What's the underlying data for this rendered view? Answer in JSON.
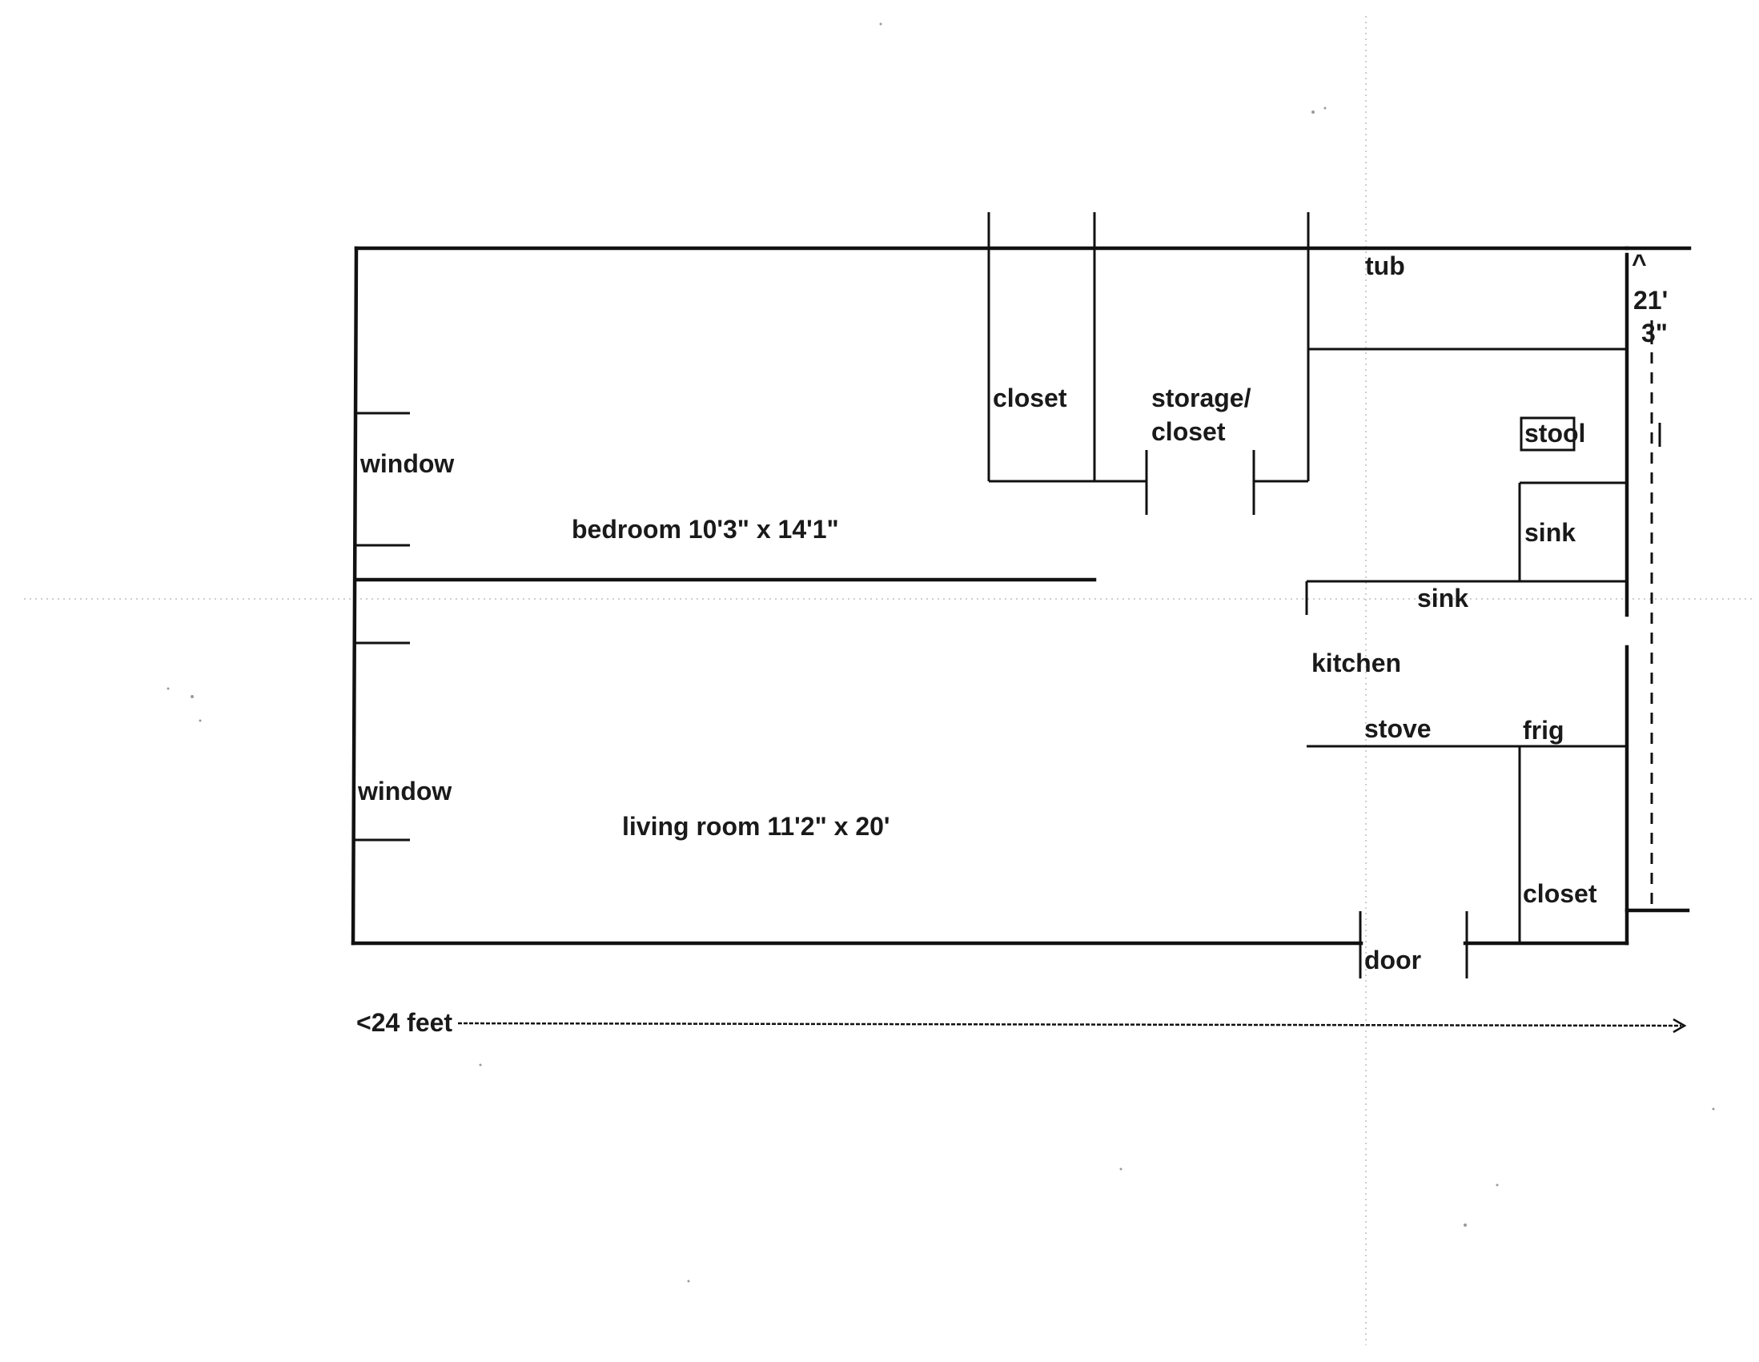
{
  "floor_plan": {
    "labels": {
      "window_top": "window",
      "window_bottom": "window",
      "bedroom": "bedroom 10'3\" x 14'1\"",
      "living_room": "living room  11'2\" x 20'",
      "closet_top": "closet",
      "storage_line1": "storage/",
      "storage_line2": "closet",
      "tub": "tub",
      "stool": "stool",
      "sink_bath": "sink",
      "sink_kitchen": "sink",
      "kitchen": "kitchen",
      "stove": "stove",
      "frig": "frig",
      "closet_bottom": "closet",
      "door": "door"
    },
    "dimensions": {
      "width_label": "<24 feet",
      "height_arrow": "^",
      "height_line1": "21'",
      "height_line2": "3\""
    }
  }
}
